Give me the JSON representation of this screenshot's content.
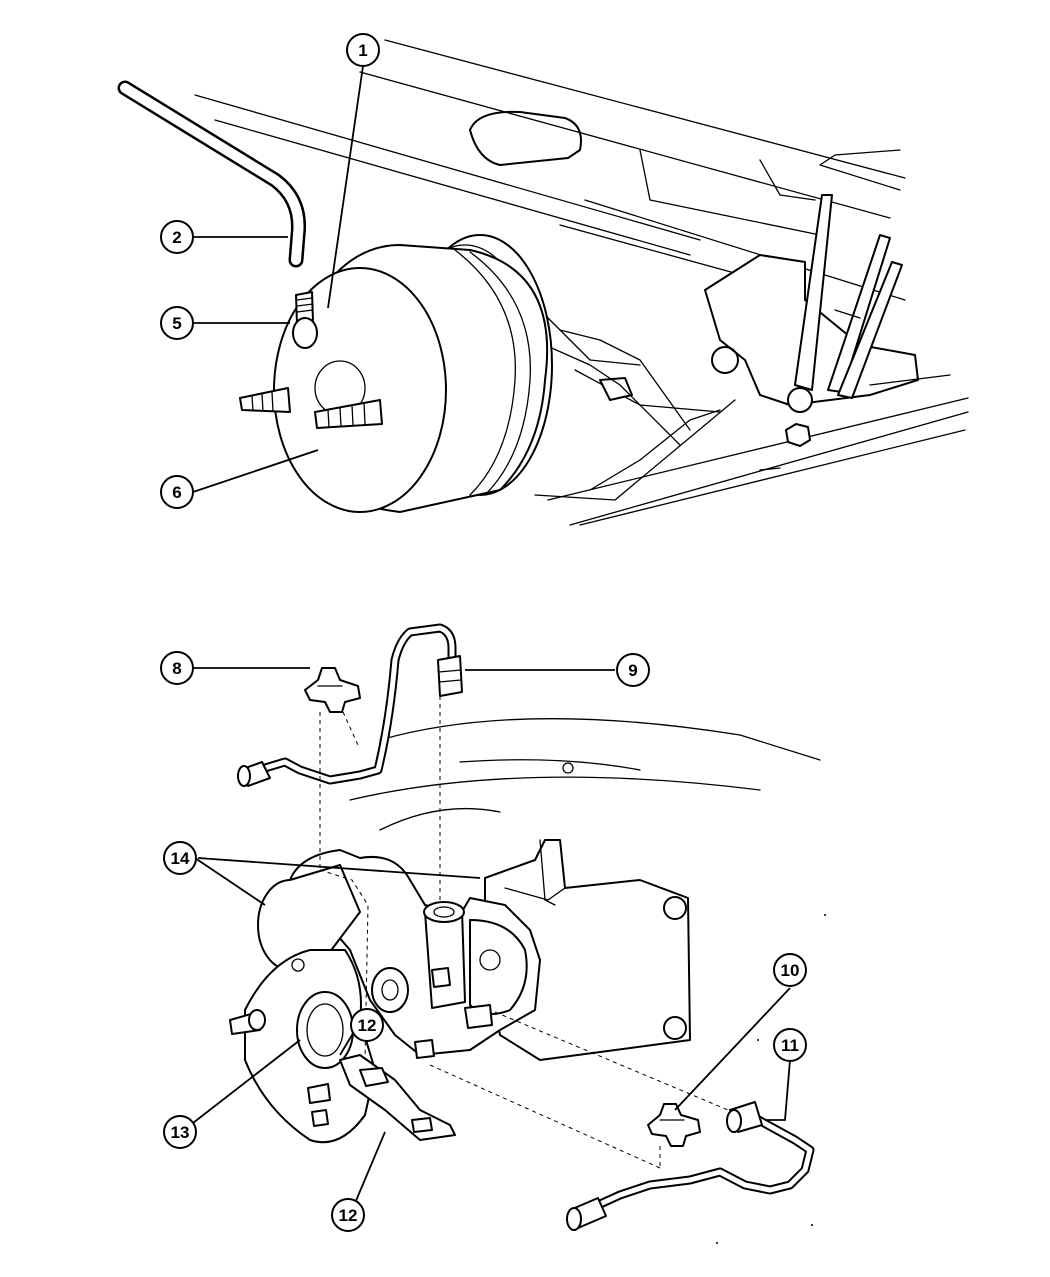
{
  "callouts": {
    "c1": "1",
    "c2": "2",
    "c5": "5",
    "c6": "6",
    "c8": "8",
    "c9": "9",
    "c10": "10",
    "c11": "11",
    "c12a": "12",
    "c12b": "12",
    "c13": "13",
    "c14": "14"
  }
}
